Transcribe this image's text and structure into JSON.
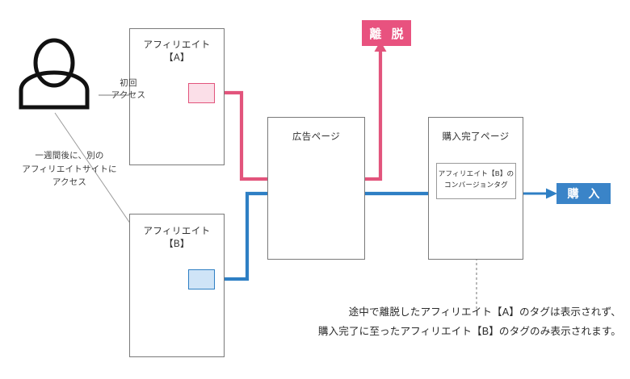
{
  "diagram": {
    "avatar": {
      "icon": "user-person-icon"
    },
    "access_label": {
      "line1": "初回",
      "line2": "アクセス"
    },
    "second_access_note": "一週間後に、別の\nアフィリエイトサイトに\nアクセス",
    "pages": [
      {
        "id": "affiliate-a",
        "title": "アフィリエイト\n【A】",
        "tag_color": "#e2547c",
        "tag_fill": "#fbdfe8"
      },
      {
        "id": "affiliate-b",
        "title": "アフィリエイト\n【B】",
        "tag_color": "#2e7fc4",
        "tag_fill": "#cfe4f7"
      },
      {
        "id": "ad-page",
        "title": "広告ページ"
      },
      {
        "id": "purchase-complete-page",
        "title": "購入完了ページ"
      }
    ],
    "conversion_tag": {
      "line1": "アフィリエイト【B】の",
      "line2": "コンバージョンタグ"
    },
    "badges": [
      {
        "id": "exit-badge",
        "label": "離 脱",
        "color": "#e8527f"
      },
      {
        "id": "purchase-badge",
        "label": "購 入",
        "color": "#3a84c8"
      }
    ],
    "caption": {
      "line1": "途中で離脱したアフィリエイト【A】のタグは表示されず、",
      "line2": "購入完了に至ったアフィリエイト【B】のタグのみ表示されます。"
    },
    "colors": {
      "pink": "#e2547c",
      "pink_badge": "#e8527f",
      "blue": "#2e7fc4",
      "blue_badge": "#3a84c8",
      "box_border": "#7a7a7a",
      "leader_line": "#8a8a8a",
      "dotted_line": "#8a8a8a"
    }
  }
}
